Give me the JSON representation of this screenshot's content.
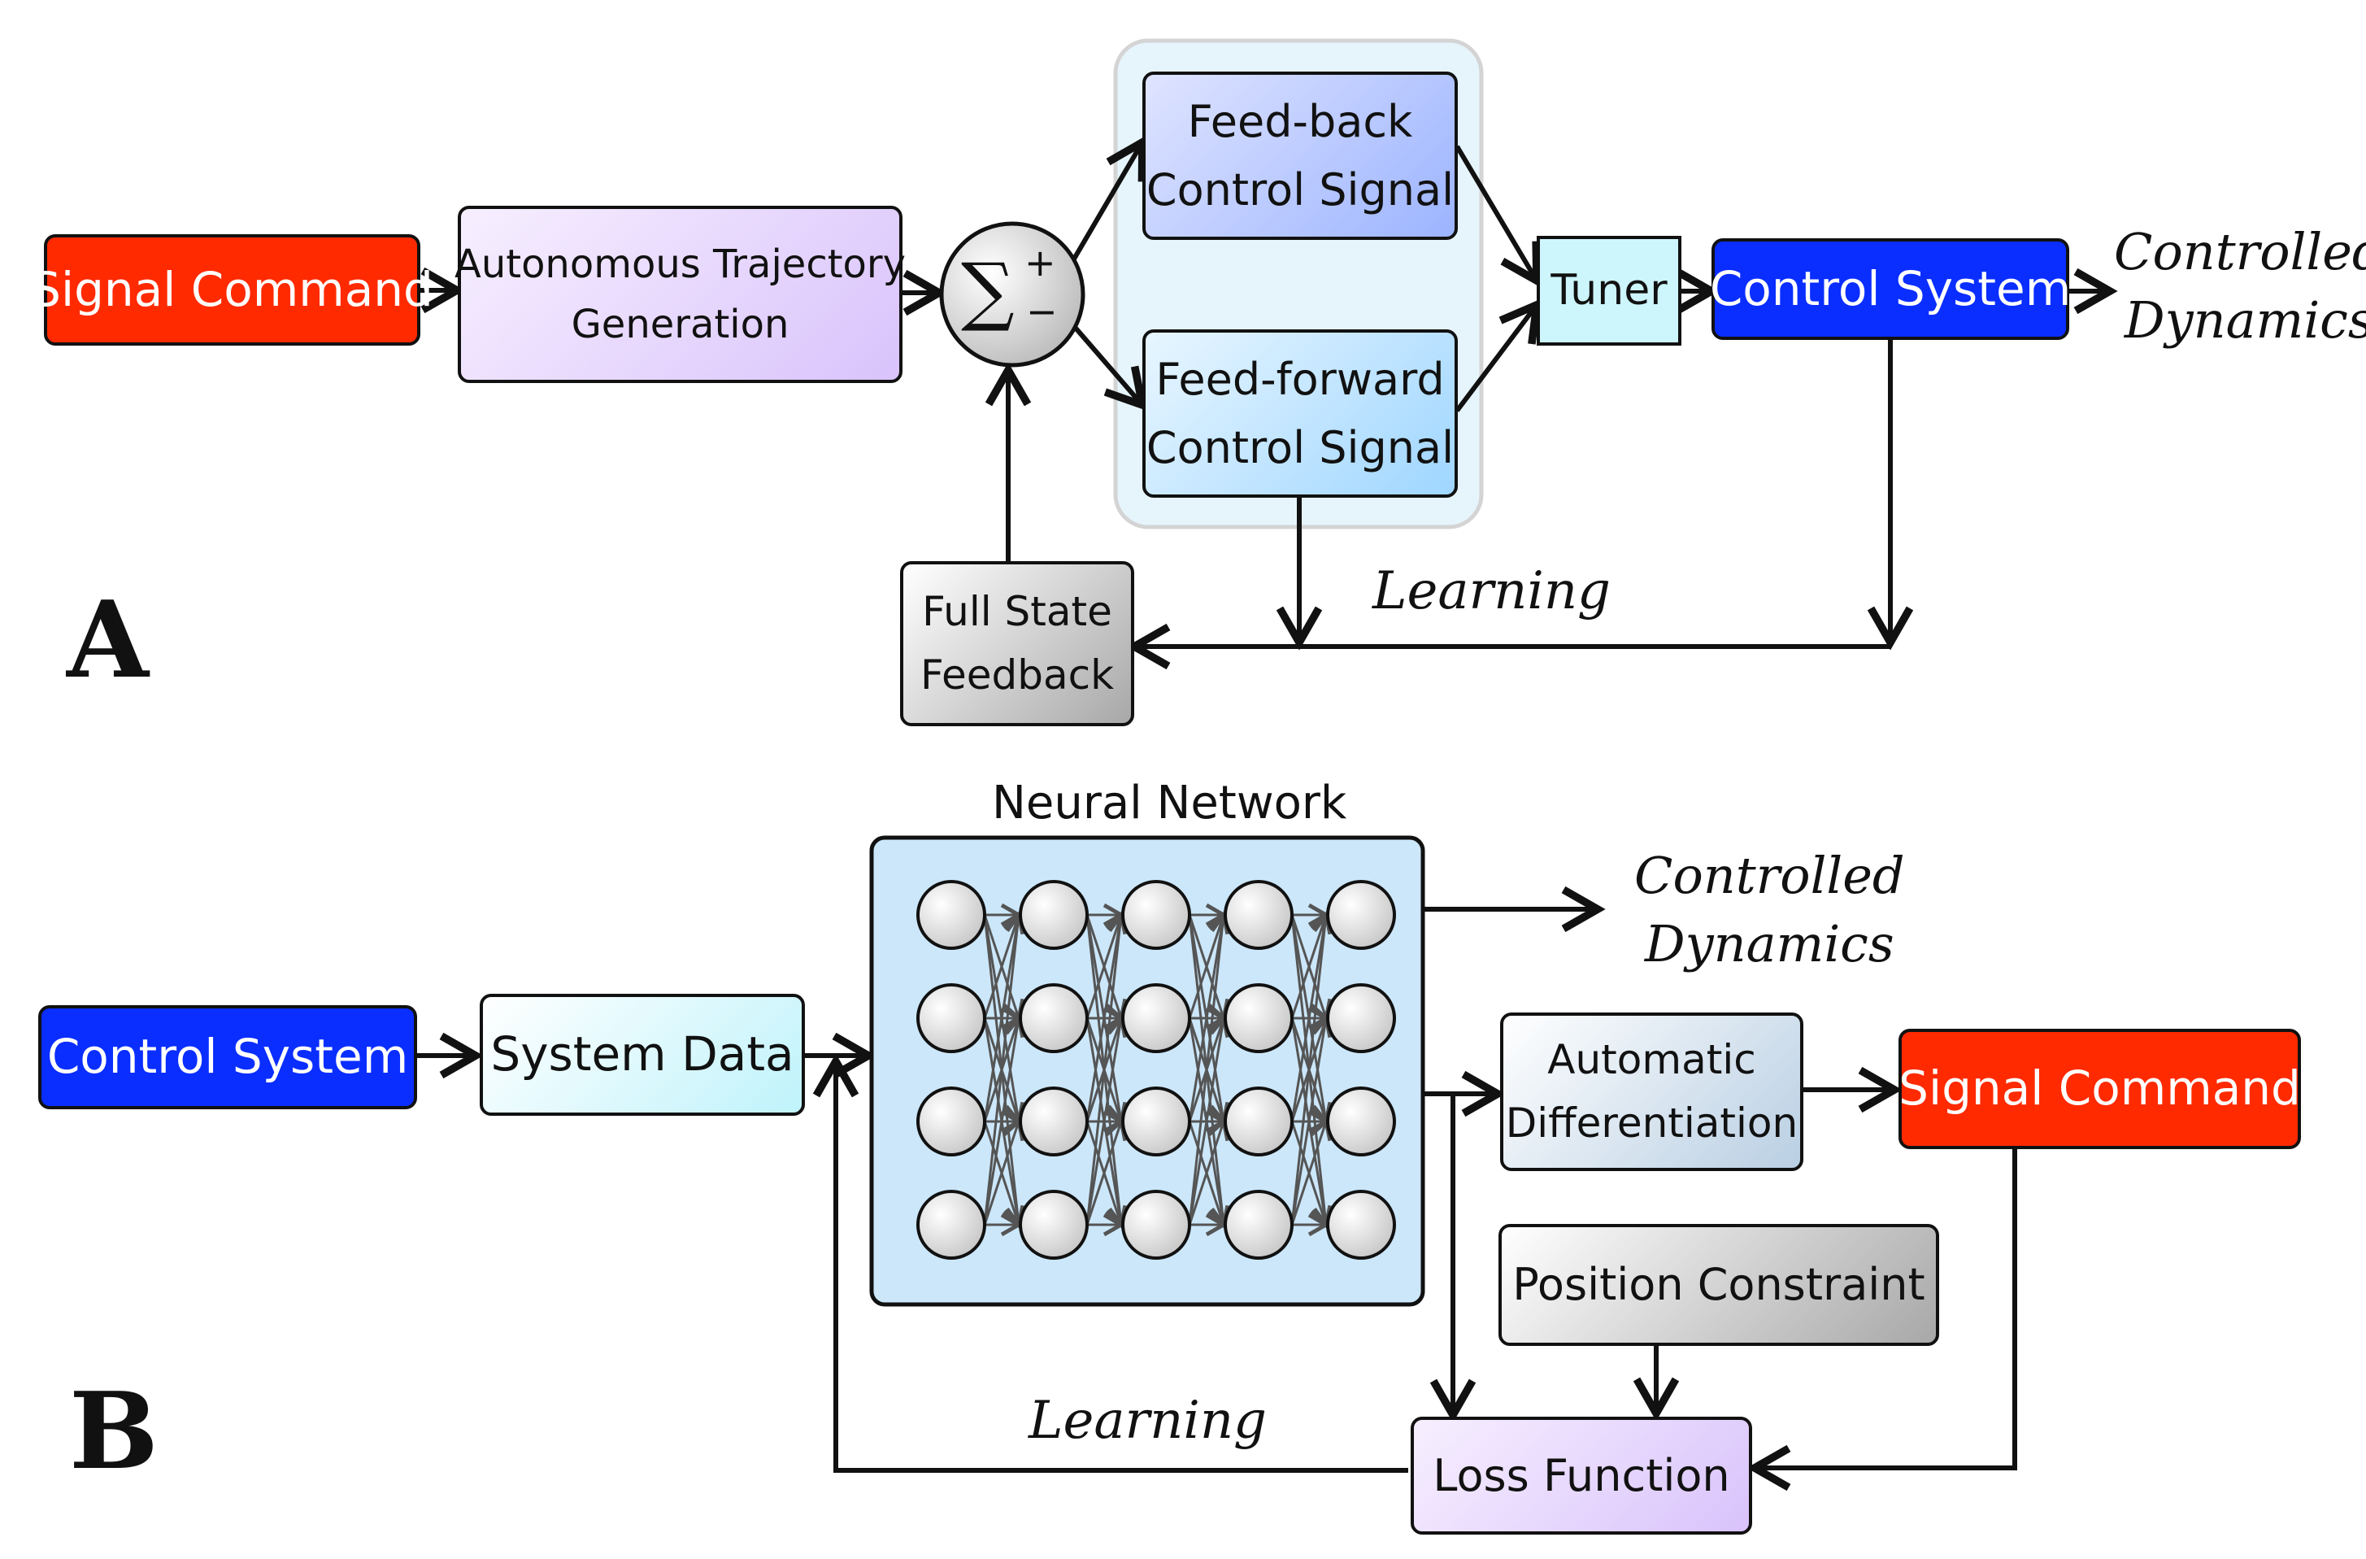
{
  "panel_a": {
    "letter": "A",
    "signal_command": "Signal Command",
    "trajectory": [
      "Autonomous Trajectory",
      "Generation"
    ],
    "sum_symbol": "∑",
    "sum_plus": "+",
    "sum_minus": "−",
    "feedback": [
      "Feed-back",
      "Control Signal"
    ],
    "feedforward": [
      "Feed-forward",
      "Control Signal"
    ],
    "tuner": "Tuner",
    "control_system": "Control System",
    "controlled_dynamics": [
      "Controlled",
      "Dynamics"
    ],
    "full_state": [
      "Full State",
      "Feedback"
    ],
    "learning": "Learning"
  },
  "panel_b": {
    "letter": "B",
    "control_system": "Control System",
    "system_data": "System Data",
    "neural_network_title": "Neural Network",
    "neural_network_layers": 5,
    "neural_network_nodes_per_layer": 4,
    "controlled_dynamics": [
      "Controlled",
      "Dynamics"
    ],
    "auto_diff": [
      "Automatic",
      "Differentiation"
    ],
    "signal_command": "Signal Command",
    "position_constraint": "Position Constraint",
    "loss_function": "Loss Function",
    "learning": "Learning"
  },
  "colors": {
    "signal_red": "#ff2a00",
    "control_blue": "#0a2eff",
    "container_blue": "#e6f5fc",
    "nn_blue": "#cce7fa"
  }
}
